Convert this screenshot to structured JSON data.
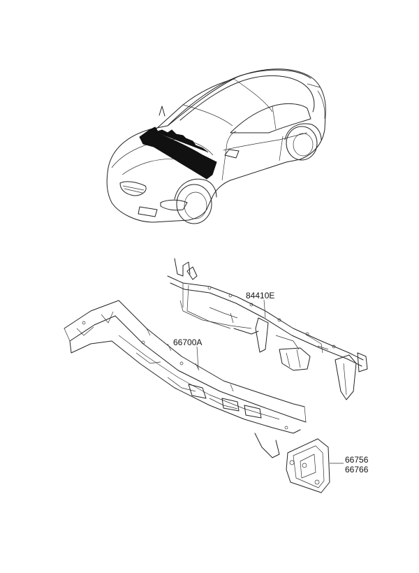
{
  "diagram": {
    "labels": {
      "part_84410e": "84410E",
      "part_66700a": "66700A",
      "part_66756": "66756",
      "part_66766": "66766"
    }
  }
}
